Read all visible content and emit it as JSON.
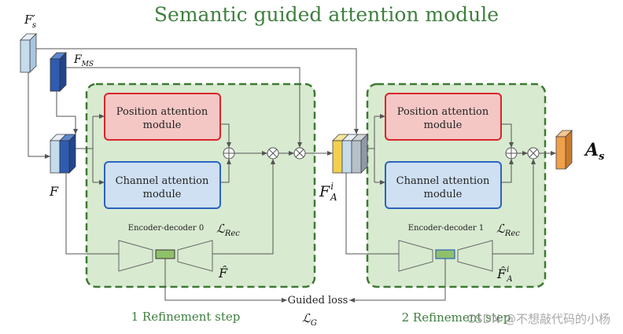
{
  "title": "Semantic guided attention module",
  "labels": {
    "fs_prime": "F′",
    "fs_prime_sub": "s",
    "fms": "F",
    "fms_sub": "MS",
    "f": "F",
    "fai": "F",
    "fai_sup": "i",
    "fai_sub": "A",
    "as": "A",
    "as_sub": "s",
    "fhat": "F̂",
    "fhat_ai": "F̂",
    "fhat_ai_sup": "i",
    "fhat_ai_sub": "A",
    "lrec1": "ℒ",
    "lrec1_sub": "Rec",
    "lrec2": "ℒ",
    "lrec2_sub": "Rec",
    "lg": "ℒ",
    "lg_sub": "G"
  },
  "step1": {
    "position": [
      "Position attention",
      "module"
    ],
    "channel": [
      "Channel attention",
      "module"
    ],
    "encoder": "Encoder-decoder 0",
    "caption": "1 Refinement step"
  },
  "step2": {
    "position": [
      "Position attention",
      "module"
    ],
    "channel": [
      "Channel attention",
      "module"
    ],
    "encoder": "Encoder-decoder 1",
    "caption": "2 Refinement step"
  },
  "guided_loss": "Guided loss",
  "watermark": "CSDN @不想敲代码的小杨",
  "colors": {
    "green_bg": "#d8ead0",
    "green_border": "#3d7a33",
    "pos_fill": "#f4c7c5",
    "pos_border": "#d9262a",
    "chan_fill": "#cfe0f3",
    "chan_border": "#2b63c0",
    "feat_light": "#c5dced",
    "feat_dark": "#2f5cb0",
    "feat_yellow": "#f2d04e",
    "feat_orange": "#f0a04b",
    "enc_code": "#8fc06a"
  }
}
